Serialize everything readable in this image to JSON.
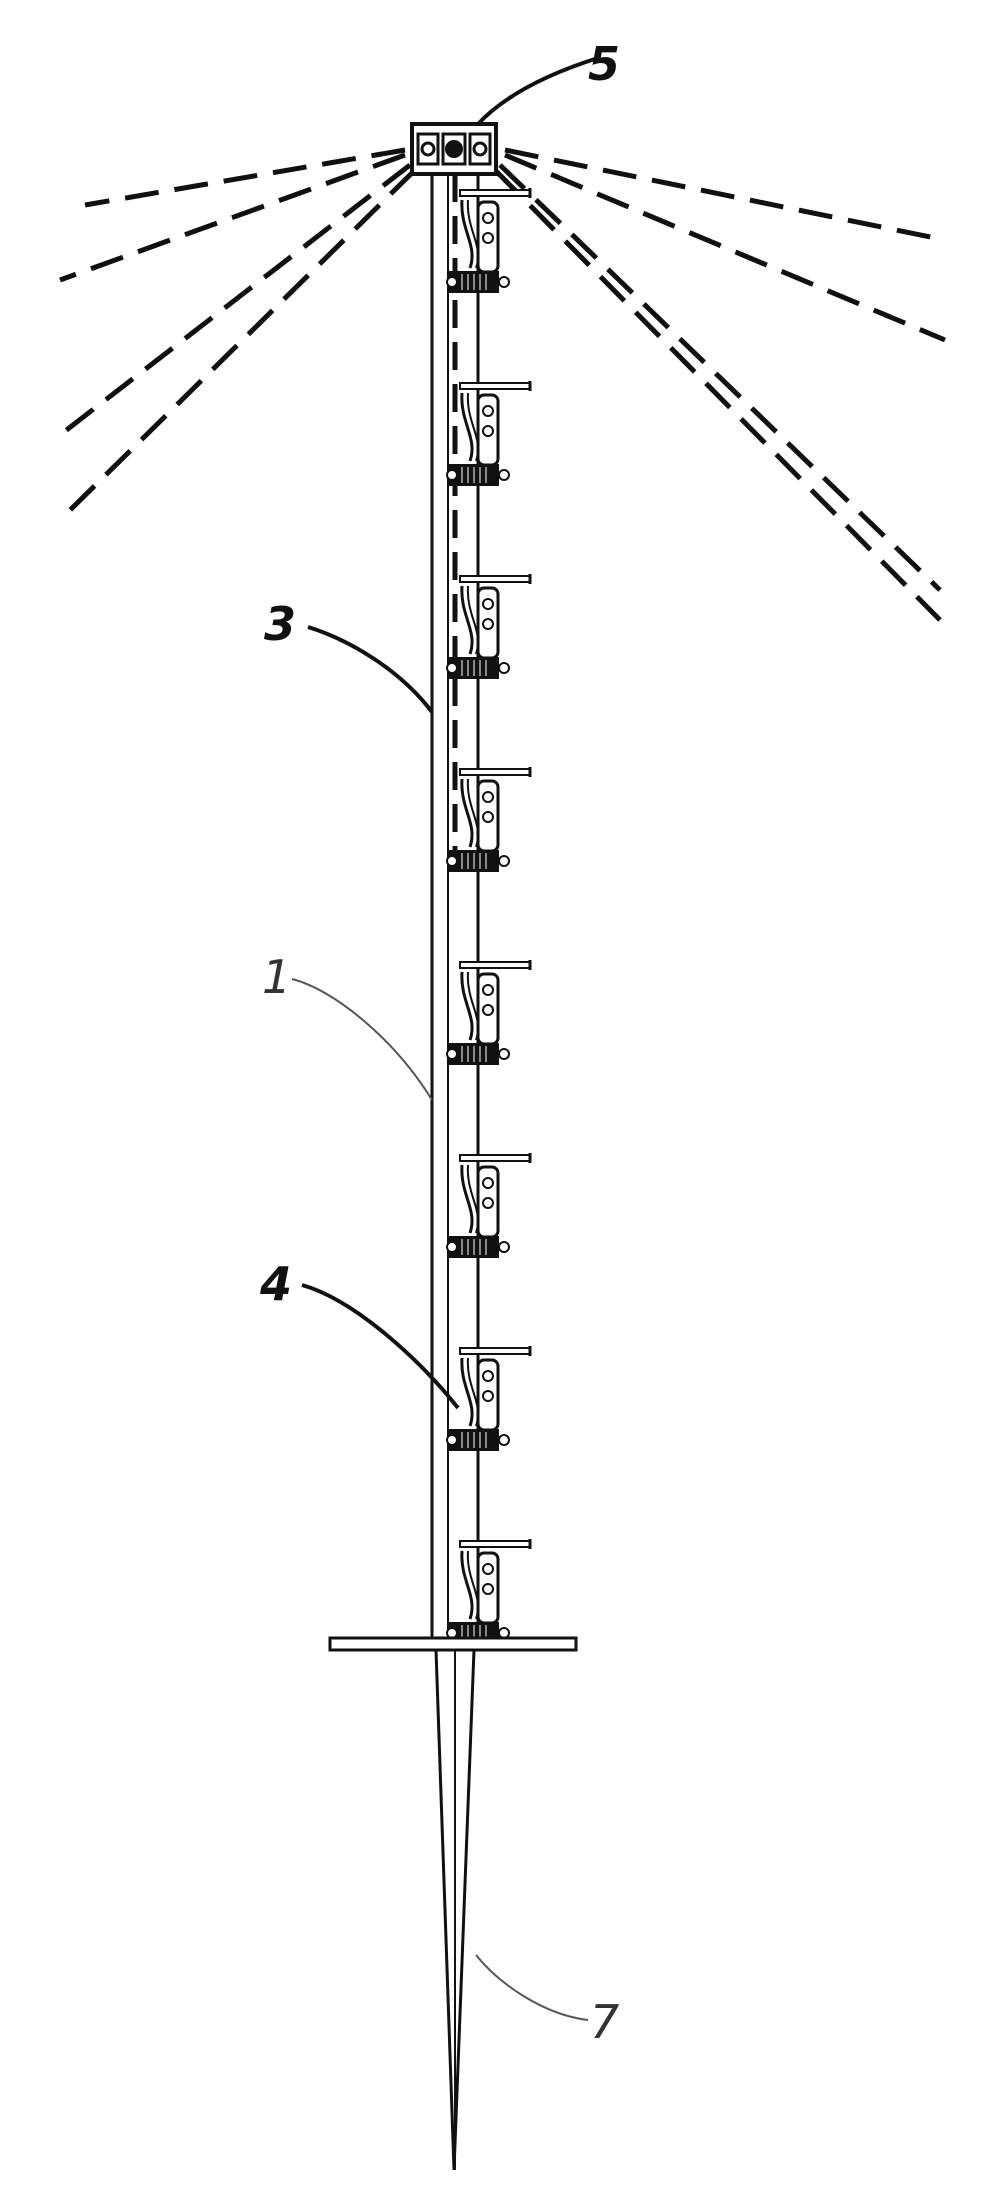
{
  "figure": {
    "callouts": [
      {
        "id": "callout-5",
        "text": "5",
        "style": "bold"
      },
      {
        "id": "callout-3",
        "text": "3",
        "style": "bold"
      },
      {
        "id": "callout-1",
        "text": "1",
        "style": "thin"
      },
      {
        "id": "callout-4",
        "text": "4",
        "style": "bold"
      },
      {
        "id": "callout-7",
        "text": "7",
        "style": "thin"
      }
    ],
    "component_count": 8,
    "colors": {
      "line": "#111111",
      "leader_thin": "#555555",
      "background": "#ffffff"
    }
  }
}
